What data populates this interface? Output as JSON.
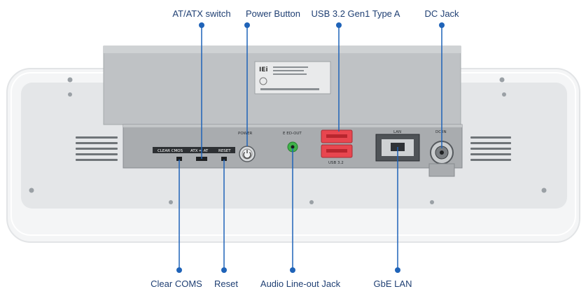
{
  "callouts": {
    "at_atx_switch": "AT/ATX switch",
    "power_button": "Power Button",
    "usb": "USB 3.2 Gen1 Type A",
    "dc_jack": "DC Jack",
    "clear_coms": "Clear COMS",
    "reset": "Reset",
    "audio": "Audio Line-out Jack",
    "gbe_lan": "GbE LAN"
  },
  "panel_labels": {
    "clear_cmos": "CLEAR CMOS",
    "atx_at": "ATX ⇔ AT",
    "reset": "RESET",
    "power": "POWER",
    "ed_out": "E ED-OUT",
    "usb": "USB 3.2",
    "lan": "LAN",
    "dc_in": "DC IN"
  },
  "product_label": {
    "brand": "IEi"
  },
  "colors": {
    "accent": "#1f63b8",
    "callout_text": "#1f3f73",
    "usb_port": "#e8464f",
    "audio_port": "#3fb24a",
    "chassis": "#c8cacc",
    "io_plate": "#a9acaf"
  }
}
